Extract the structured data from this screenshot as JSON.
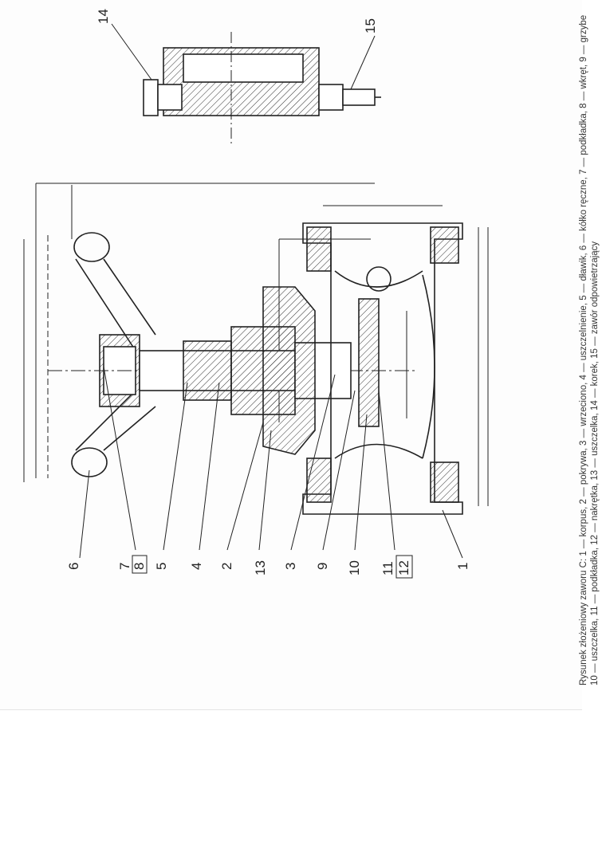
{
  "labels": {
    "l6": "6",
    "l7": "7",
    "l8": "8",
    "l5": "5",
    "l4": "4",
    "l2": "2",
    "l13": "13",
    "l3": "3",
    "l9": "9",
    "l10": "10",
    "l11": "11",
    "l12": "12",
    "l1": "1",
    "l14": "14",
    "l15": "15"
  },
  "caption": {
    "line1": "Rysunek złożeniowy zaworu C: 1 — korpus, 2 — pokrywa, 3 — wrzeciono, 4 — uszczelnienie, 5 — dławik, 6 — kółko ręczne, 7 — podkładka, 8 — wkręt, 9 — grzybe",
    "line2": "10 — uszczelka, 11 — podkładka, 12 — nakrętka, 13 — uszczelka, 14 — korek, 15 — zawór odpowietrzający"
  }
}
